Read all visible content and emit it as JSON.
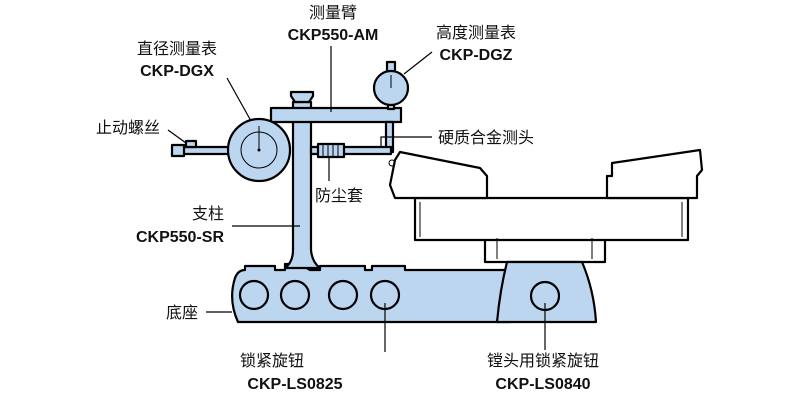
{
  "title": "Boring head measuring instrument components",
  "colors": {
    "part_fill": "#bcd6f0",
    "outline": "#000000"
  },
  "labels": {
    "arm": {
      "name": "测量臂",
      "code": "CKP550-AM"
    },
    "diameter_gauge": {
      "name": "直径测量表",
      "code": "CKP-DGX"
    },
    "height_gauge": {
      "name": "高度测量表",
      "code": "CKP-DGZ"
    },
    "stop_screw": {
      "name": "止动螺丝"
    },
    "carbide_probe": {
      "name": "硬质合金测头"
    },
    "dust_cover": {
      "name": "防尘套"
    },
    "column": {
      "name": "支柱",
      "code": "CKP550-SR"
    },
    "base": {
      "name": "底座"
    },
    "lock_knob": {
      "name": "锁紧旋钮",
      "code": "CKP-LS0825"
    },
    "boring_lock_knob": {
      "name": "镗头用锁紧旋钮",
      "code": "CKP-LS0840"
    }
  }
}
